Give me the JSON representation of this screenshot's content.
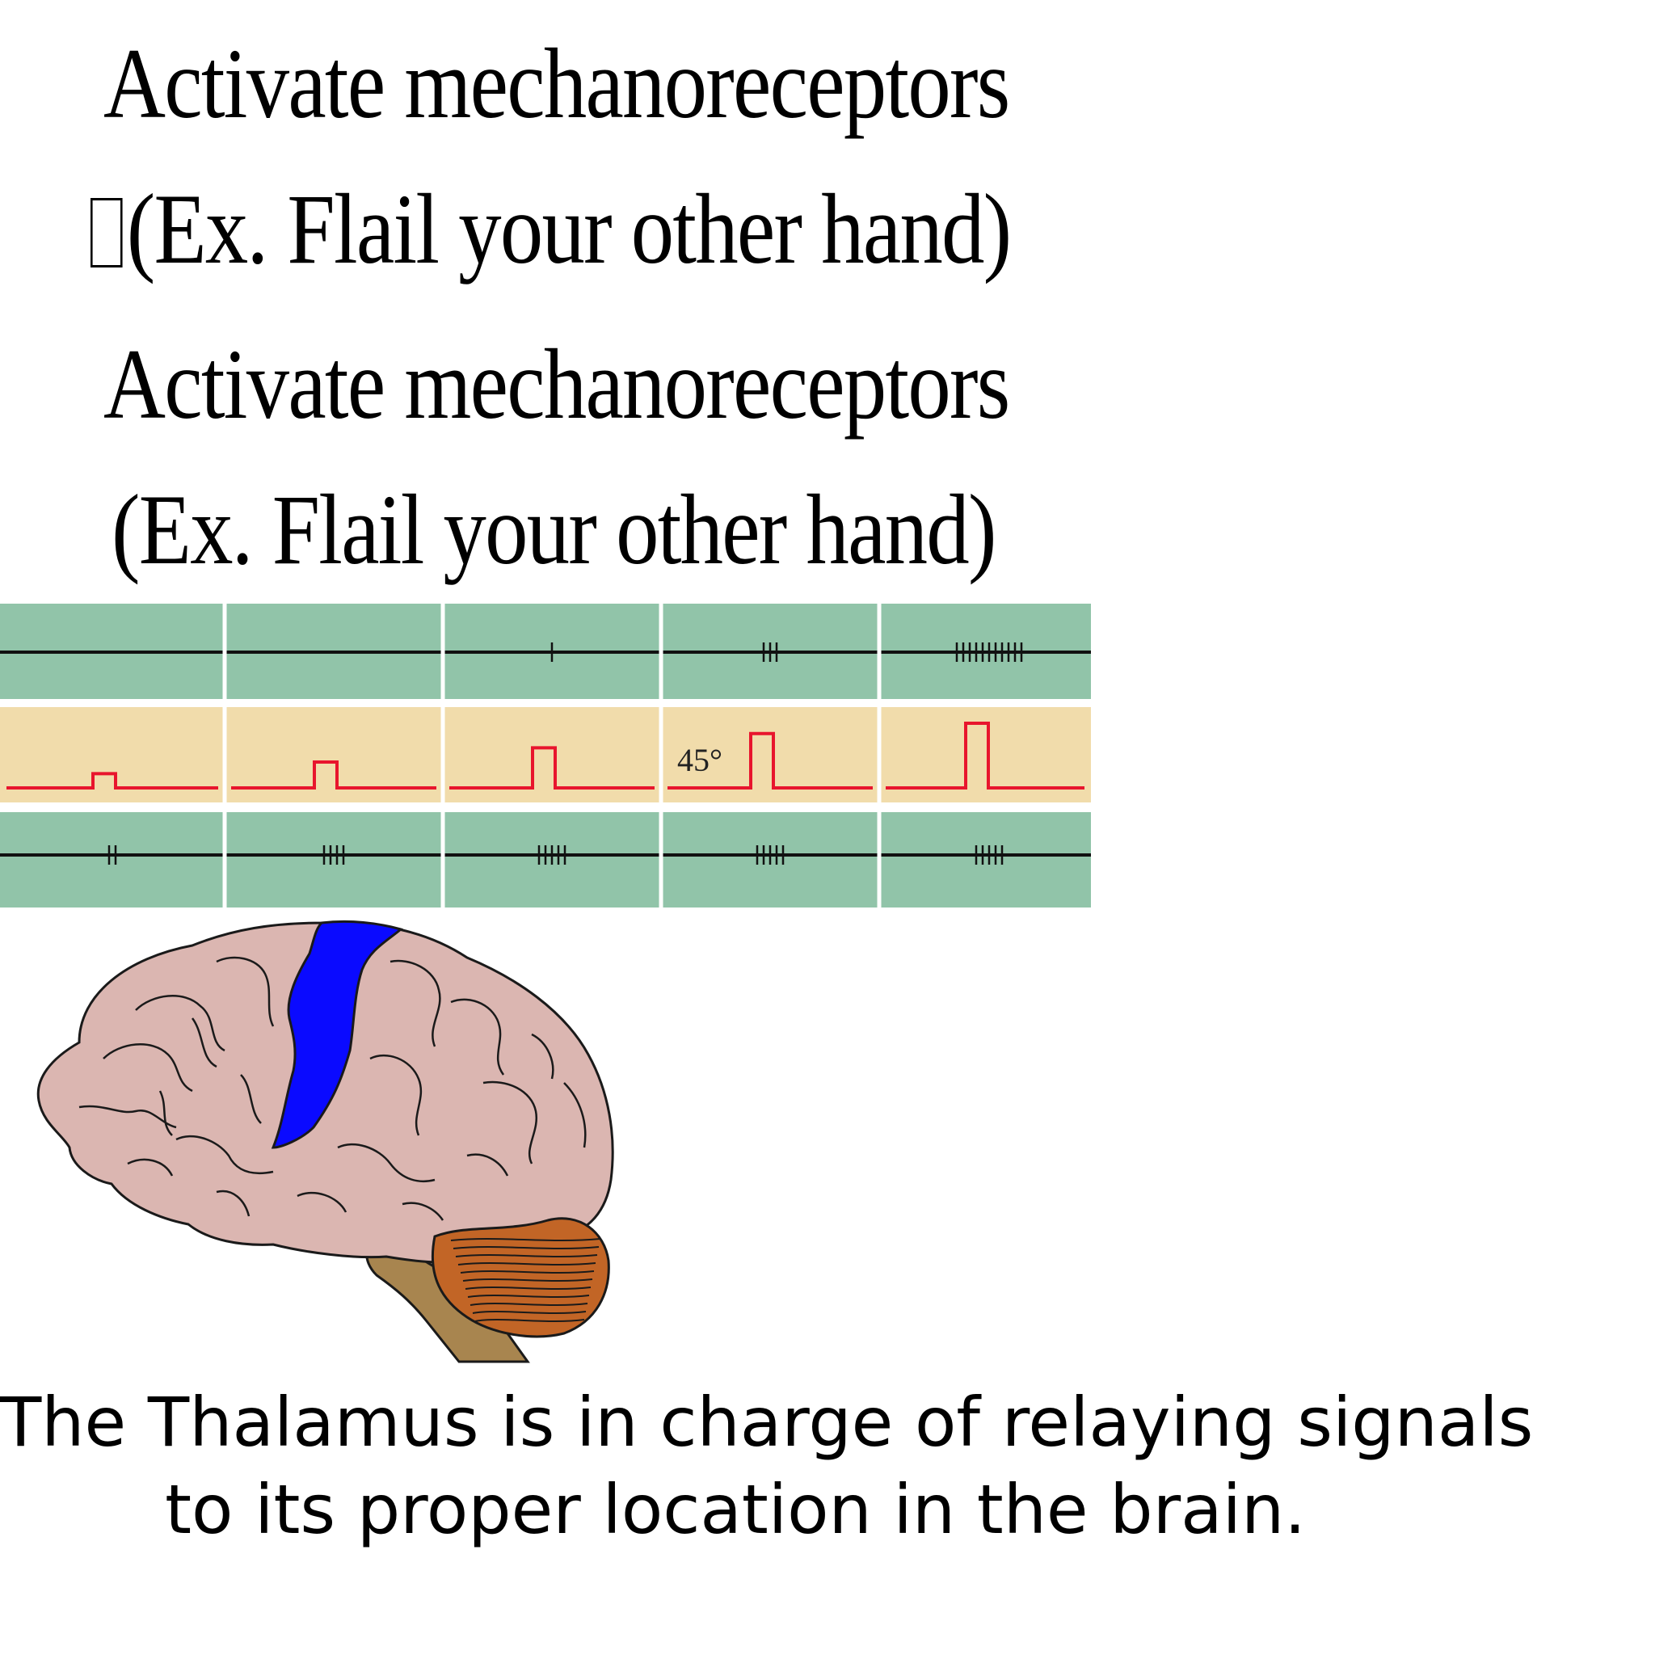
{
  "heading_1": {
    "line_1": "Activate mechanoreceptors",
    "line_2": "(Ex. Flail your other hand)"
  },
  "heading_2": {
    "line_1": "Activate mechanoreceptors",
    "line_2": "(Ex. Flail your other hand)"
  },
  "diagram": {
    "colors": {
      "green_panel": "#91c4a9",
      "tan_panel": "#f1dcab",
      "trace_black": "#111111",
      "stimulus_red": "#e8152d",
      "divider": "#ffffff"
    },
    "angle_label": "45°",
    "top_row_spike_counts": [
      0,
      0,
      1,
      3,
      11
    ],
    "stimulus_relative_amplitudes": [
      0.22,
      0.4,
      0.62,
      0.84,
      1.0
    ],
    "bottom_row_spike_counts": [
      2,
      4,
      5,
      5,
      5
    ]
  },
  "brain": {
    "colors": {
      "cortex": "#dbb6b1",
      "highlight_region": "#0a0aff",
      "cerebellum": "#c26526",
      "brainstem": "#a8854f",
      "outline": "#1a1a1a"
    }
  },
  "caption": {
    "line_1": "The Thalamus is in charge of relaying signals",
    "line_2": "to its proper location in the brain."
  }
}
